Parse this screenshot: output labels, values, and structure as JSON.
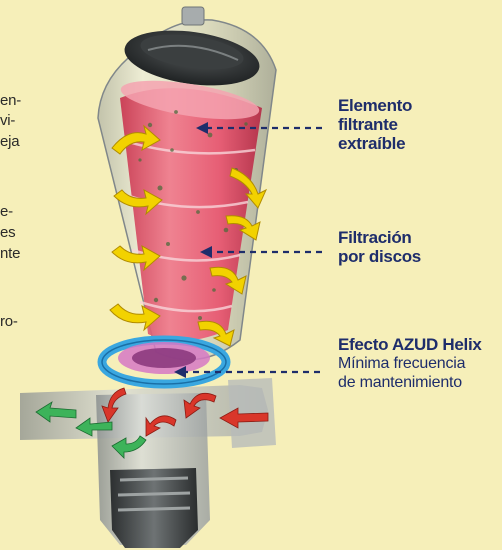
{
  "left_text_fragments": [
    "en-",
    "vi-",
    "eja",
    "e-",
    "es",
    "nte",
    "ro-"
  ],
  "callouts": {
    "elemento": {
      "line1": "Elemento",
      "line2": "filtrante",
      "line3": "extraíble"
    },
    "filtracion": {
      "line1": "Filtración",
      "line2": "por discos"
    },
    "azud": {
      "line1": "Efecto AZUD Helix",
      "line2": "Mínima frecuencia",
      "line3": "de mantenimiento"
    }
  },
  "colors": {
    "background": "#f6efb9",
    "callout_text": "#1e2d6b",
    "filter_element": "#e8546f",
    "helix_ring": "#3aa7e0",
    "flow_arrows": "#f2d200"
  }
}
